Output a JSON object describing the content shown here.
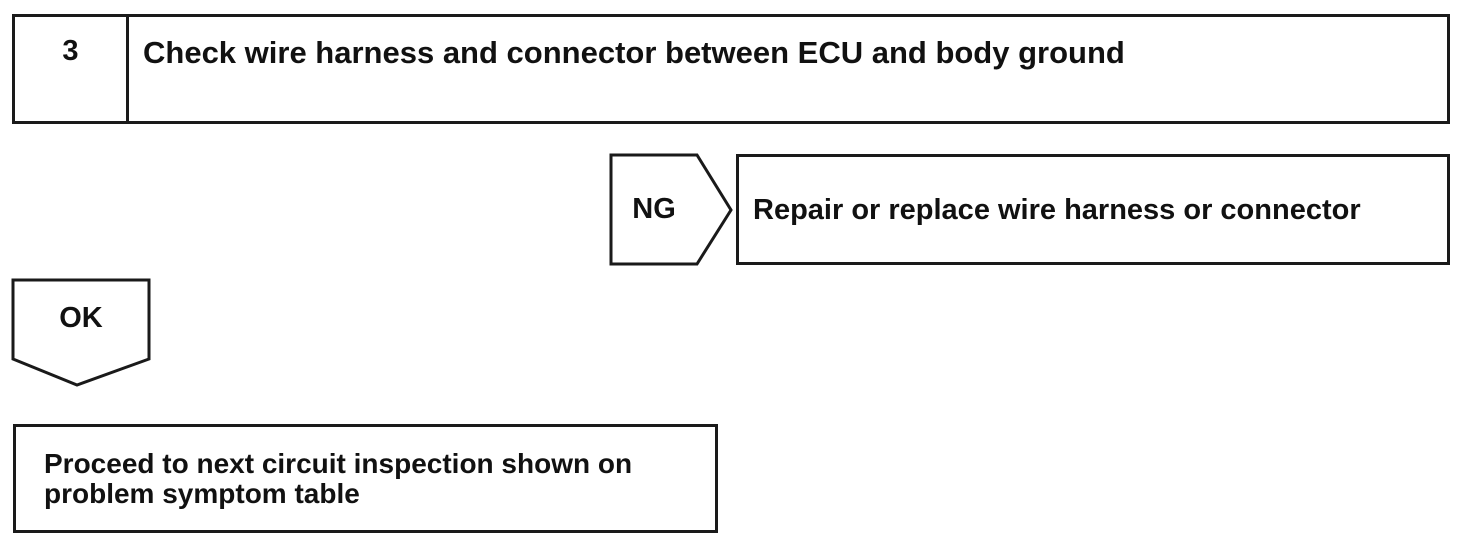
{
  "step": {
    "number": "3",
    "title": "Check wire harness and connector between ECU and body ground"
  },
  "ng_branch": {
    "label": "NG",
    "action": "Repair or replace wire harness or connector"
  },
  "ok_branch": {
    "label": "OK",
    "action": "Proceed to next circuit inspection shown on problem symptom table"
  }
}
